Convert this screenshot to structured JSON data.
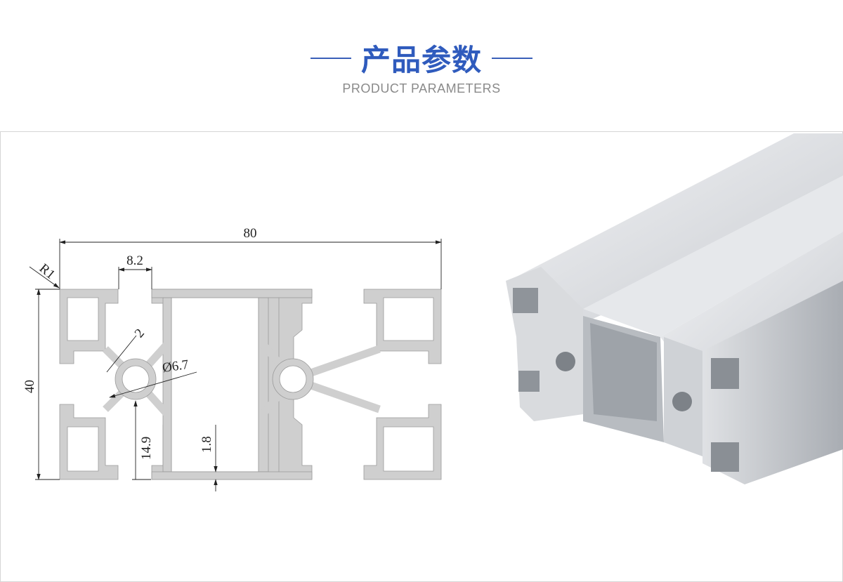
{
  "header": {
    "title": "产品参数",
    "subtitle": "PRODUCT PARAMETERS"
  },
  "drawing": {
    "width_label": "80",
    "height_label": "40",
    "slot_width_label": "8.2",
    "radius_label": "R1",
    "wall_label": "2",
    "bore_label": "Ø6.7",
    "center_height_label": "14.9",
    "bottom_wall_label": "1.8"
  },
  "colors": {
    "accent": "#2f5bbd",
    "profile_fill": "#cfcfcf",
    "subtitle": "#8a8a8a"
  }
}
